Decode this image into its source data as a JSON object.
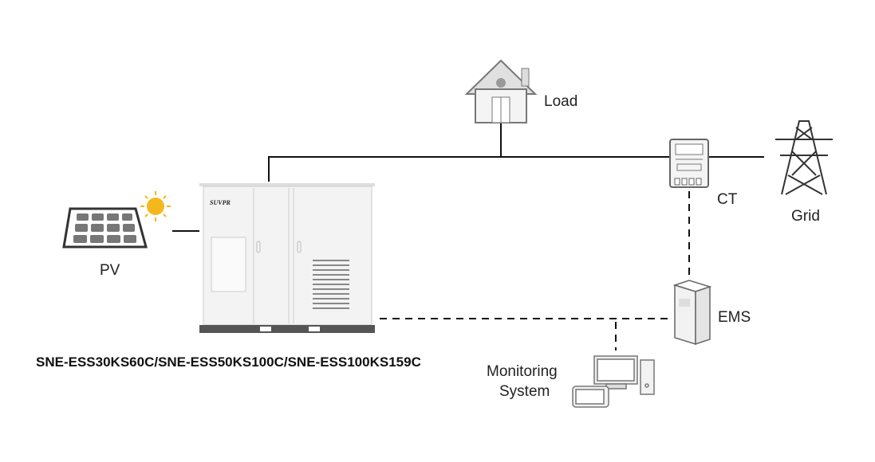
{
  "labels": {
    "load": "Load",
    "pv": "PV",
    "ct": "CT",
    "grid": "Grid",
    "ems": "EMS",
    "monitoring_line1": "Monitoring",
    "monitoring_line2": "System"
  },
  "model_caption": "SNE-ESS30KS60C/SNE-ESS50KS100C/SNE-ESS100KS159C",
  "cabinet_brand": "SUVPR",
  "colors": {
    "line": "#111111",
    "device_fill": "#f2f2f2",
    "device_stroke": "#888888",
    "sun": "#f5b81c"
  }
}
